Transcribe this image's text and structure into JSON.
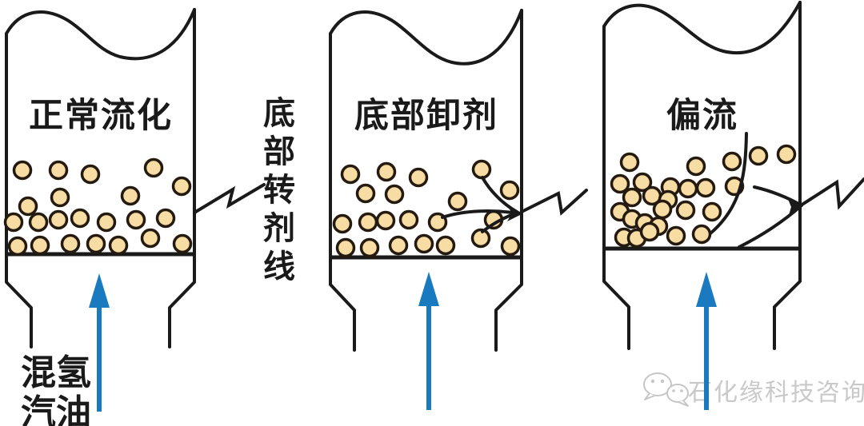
{
  "diagram": {
    "vessels": [
      {
        "label": "正常流化"
      },
      {
        "label": "底部卸剂"
      },
      {
        "label": "偏流"
      }
    ],
    "transfer_line_label": "底部转剂线",
    "feed_label_line1": "混氢",
    "feed_label_line2": "汽油",
    "watermark": {
      "text": "石化缘科技咨询",
      "icon": "wechat-icon"
    },
    "colors": {
      "line": "#1a1a1a",
      "particle_fill": "#f7dda4",
      "particle_stroke": "#241a10",
      "arrow_blue": "#1a7abf",
      "watermark_gray": "#c6c6c6"
    }
  }
}
